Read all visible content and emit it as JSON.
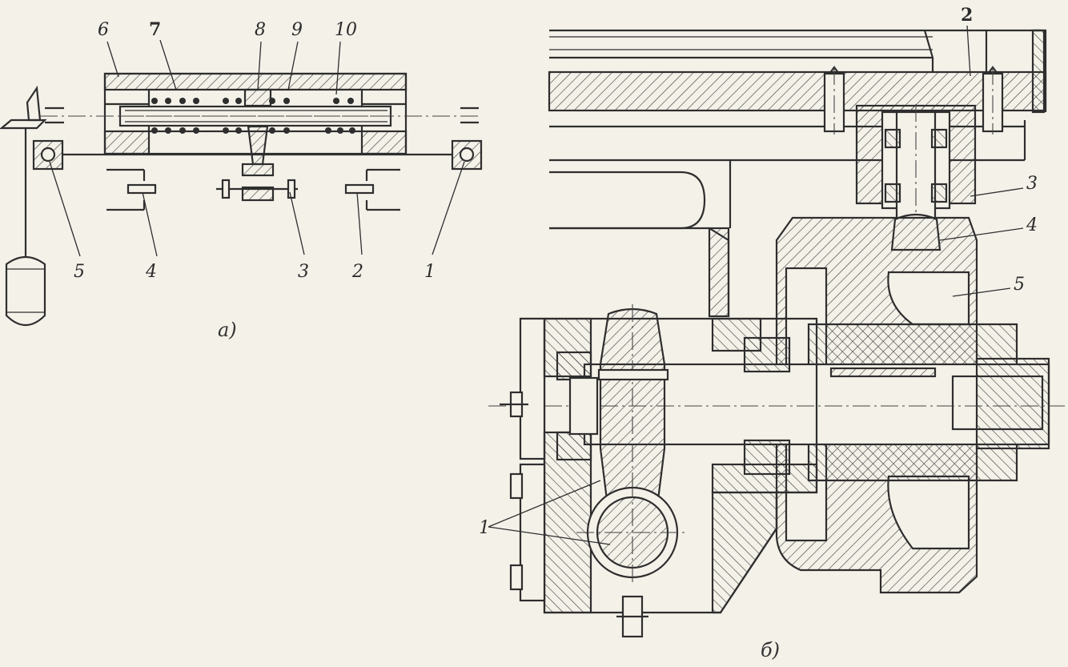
{
  "figure_a": {
    "caption": "a)",
    "top_labels": [
      "6",
      "7",
      "8",
      "9",
      "10"
    ],
    "bottom_labels": [
      "5",
      "4",
      "3",
      "2",
      "1"
    ]
  },
  "figure_b": {
    "caption": "б)",
    "labels": [
      "2",
      "3",
      "4",
      "5",
      "1"
    ]
  }
}
